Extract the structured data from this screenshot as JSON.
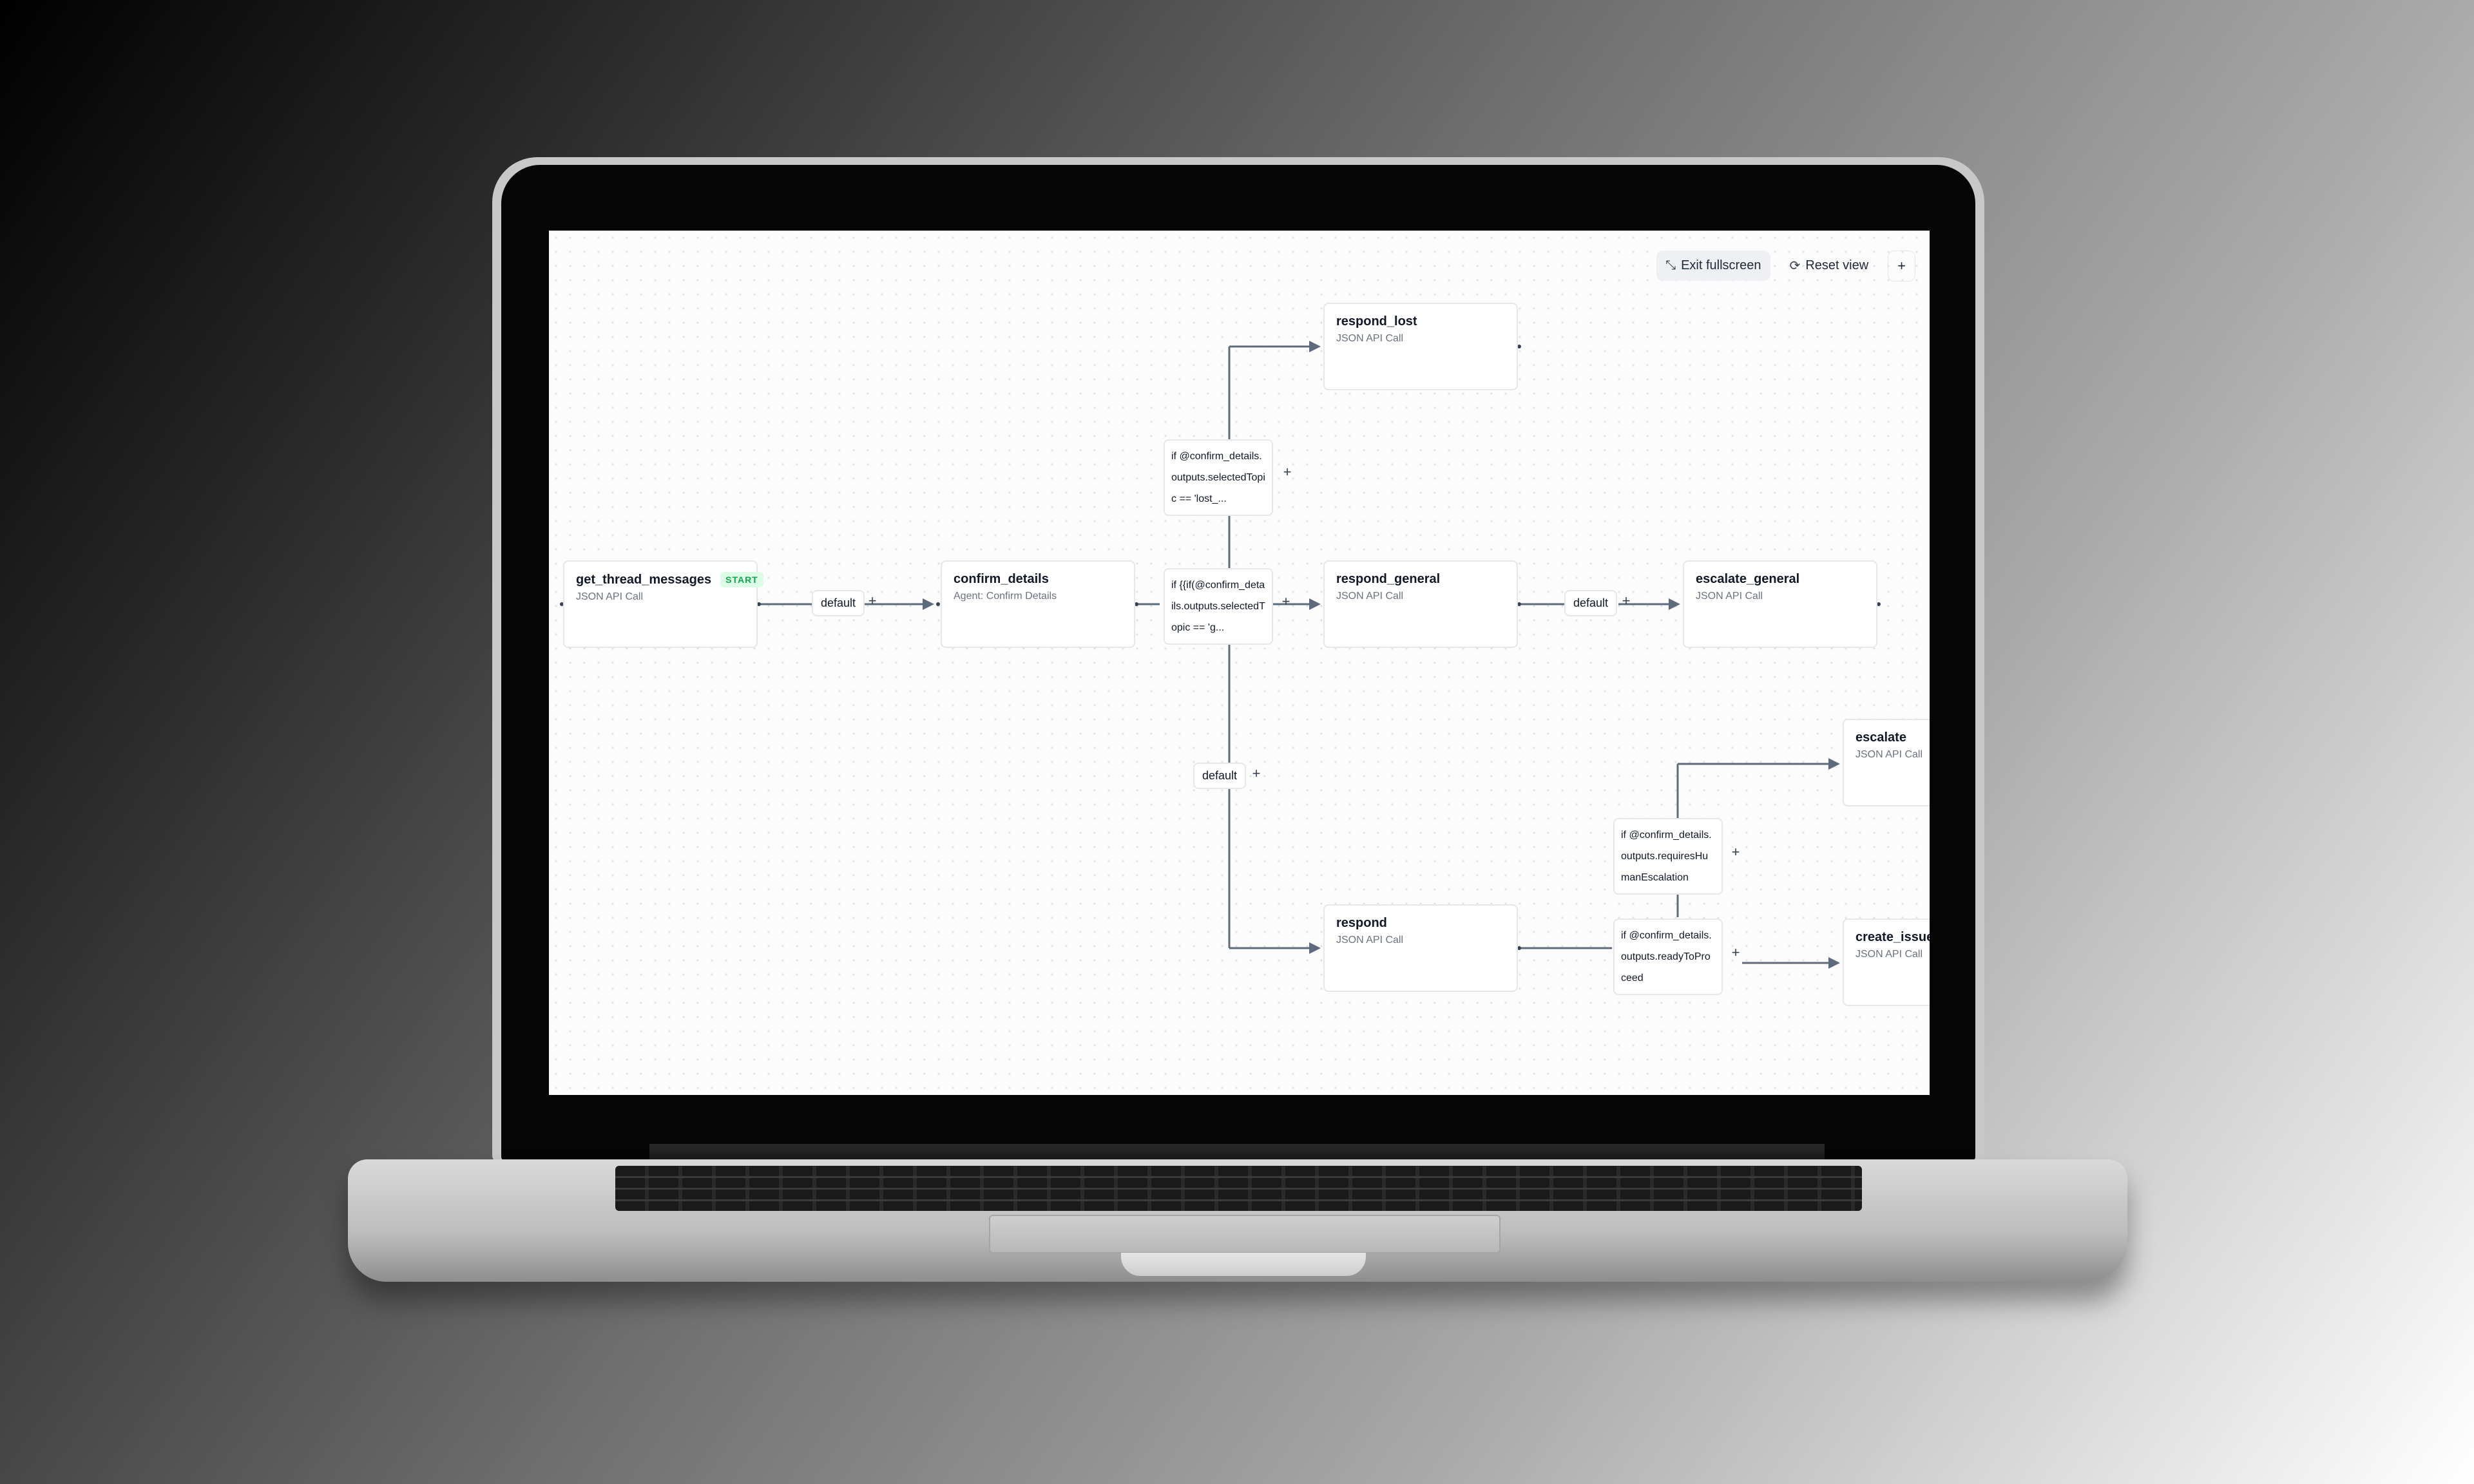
{
  "toolbar": {
    "exit_fullscreen": "Exit fullscreen",
    "reset_view": "Reset view",
    "add": "+"
  },
  "nodes": {
    "get_thread_messages": {
      "title": "get_thread_messages",
      "subtitle": "JSON API Call",
      "badge": "START"
    },
    "confirm_details": {
      "title": "confirm_details",
      "subtitle": "Agent: Confirm Details"
    },
    "respond_lost": {
      "title": "respond_lost",
      "subtitle": "JSON API Call"
    },
    "respond_general": {
      "title": "respond_general",
      "subtitle": "JSON API Call"
    },
    "escalate_general": {
      "title": "escalate_general",
      "subtitle": "JSON API Call"
    },
    "respond": {
      "title": "respond",
      "subtitle": "JSON API Call"
    },
    "escalate": {
      "title": "escalate",
      "subtitle": "JSON API Call"
    },
    "create_issue": {
      "title": "create_issue_",
      "subtitle": "JSON API Call"
    }
  },
  "conditions": {
    "lost": "if @confirm_details.outputs.selectedTopic == 'lost_...",
    "general": "if {{if(@confirm_details.outputs.selectedTopic == 'g...",
    "escalation": "if @confirm_details.outputs.requiresHumanEscalation",
    "proceed": "if @confirm_details.outputs.readyToProceed"
  },
  "edge_labels": {
    "default1": "default",
    "default2": "default",
    "default3": "default",
    "plus": "+"
  },
  "colors": {
    "edge": "#5f6b7c",
    "start_badge": "#16a34a",
    "canvas_dots": "#dfe2e8"
  }
}
